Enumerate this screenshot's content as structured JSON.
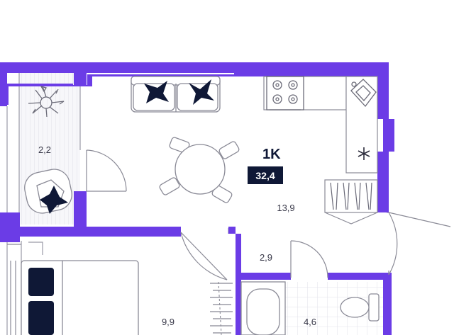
{
  "colors": {
    "wall": "#6b3ce6",
    "ink": "#0f1836",
    "line": "#8a8a96",
    "badge_bg": "#0f1836",
    "badge_text": "#ffffff"
  },
  "badge": {
    "type": "1K",
    "total_area": "32,4"
  },
  "rooms": {
    "balcony": "2,2",
    "living_kitchen": "13,9",
    "hallway": "2,9",
    "bedroom": "9,9",
    "bathroom": "4,6"
  },
  "icons": [
    "sofa-icon",
    "cushion-icon",
    "stove-icon",
    "sink-icon",
    "dining-table-icon",
    "armchair-icon",
    "flower-icon",
    "snowflake-icon",
    "wardrobe-icon",
    "bed-icon",
    "bathtub-icon",
    "toilet-icon",
    "washbasin-icon"
  ]
}
